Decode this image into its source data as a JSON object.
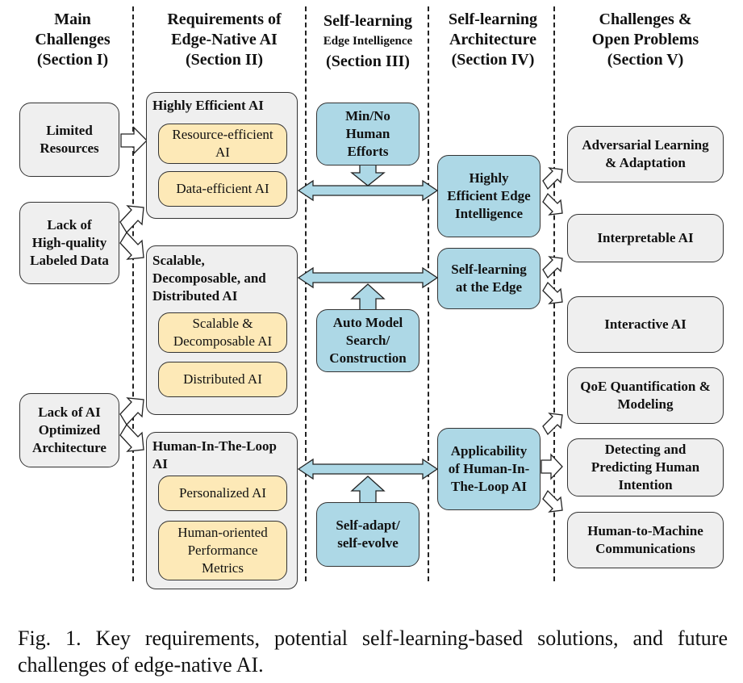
{
  "headers": [
    "Main\nChallenges\n(Section I)",
    "Requirements of\nEdge-Native AI\n(Section II)",
    "Self-learning",
    "Edge Intelligence",
    "(Section III)",
    "Self-learning\nArchitecture\n(Section IV)",
    "Challenges &\nOpen Problems\n(Section V)"
  ],
  "main_challenges": [
    "Limited\nResources",
    "Lack of\nHigh-quality\nLabeled Data",
    "Lack of AI\nOptimized\nArchitecture"
  ],
  "requirements": [
    {
      "title": "Highly Efficient AI",
      "items": [
        "Resource-efficient\nAI",
        "Data-efficient AI"
      ]
    },
    {
      "title": "Scalable,\nDecomposable, and\nDistributed AI",
      "items": [
        "Scalable &\nDecomposable AI",
        "Distributed AI"
      ]
    },
    {
      "title": "Human-In-The-Loop\nAI",
      "items": [
        "Personalized AI",
        "Human-oriented\nPerformance\nMetrics"
      ]
    }
  ],
  "self_learning": [
    "Min/No\nHuman\nEfforts",
    "Auto Model\nSearch/\nConstruction",
    "Self-adapt/\nself-evolve"
  ],
  "architecture": [
    "Highly\nEfficient Edge\nIntelligence",
    "Self-learning\nat the Edge",
    "Applicability\nof Human-In-\nThe-Loop AI"
  ],
  "challenges": [
    "Adversarial Learning\n& Adaptation",
    "Interpretable AI",
    "Interactive AI",
    "QoE Quantification &\nModeling",
    "Detecting and\nPredicting Human\nIntention",
    "Human-to-Machine\nCommunications"
  ],
  "caption": "Fig. 1.  Key requirements, potential self-learning-based solutions, and future challenges of edge-native AI.",
  "colors": {
    "gray_box": "#efefef",
    "blue_box": "#add8e6",
    "yellow_pill": "#fde9b7",
    "arrow_fill": "#add8e6",
    "outline": "#333333"
  }
}
